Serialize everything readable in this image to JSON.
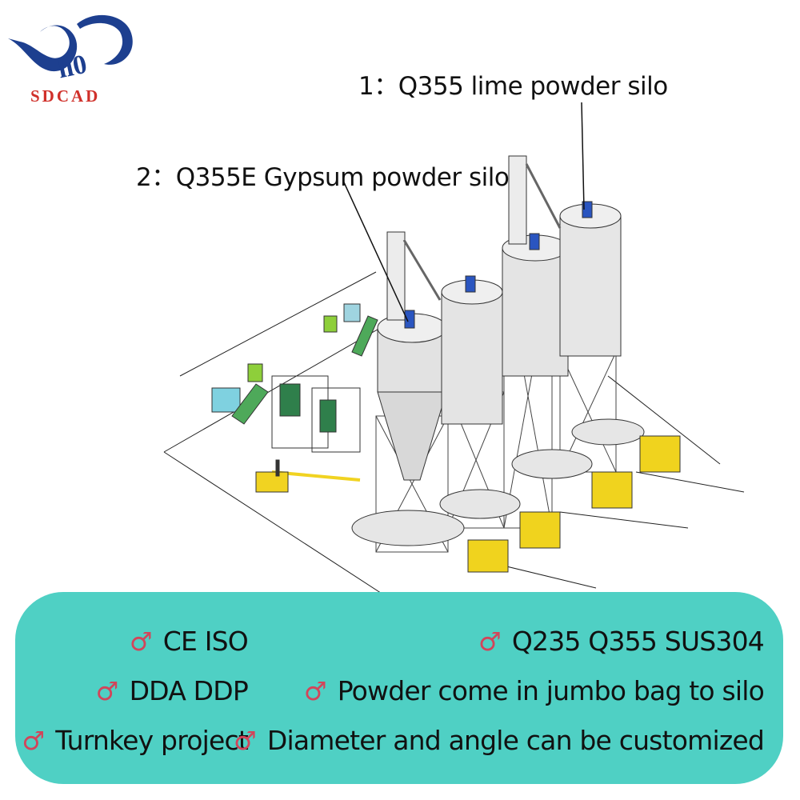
{
  "logo": {
    "text": "SDCAD"
  },
  "callouts": {
    "lime": "1：Q355 lime powder silo",
    "gypsum": "2：Q355E Gypsum powder silo"
  },
  "features": {
    "symbol": "♂",
    "items": [
      "CE ISO",
      "DDA DDP",
      "Turnkey project",
      "Q235 Q355 SUS304",
      "Powder come in jumbo bag to silo",
      "Diameter and angle can be customized"
    ]
  },
  "colors": {
    "panel": "#4fd0c4",
    "symbol": "#d2455a",
    "logo_red": "#d0302a",
    "logo_blue": "#1d3f8f"
  }
}
